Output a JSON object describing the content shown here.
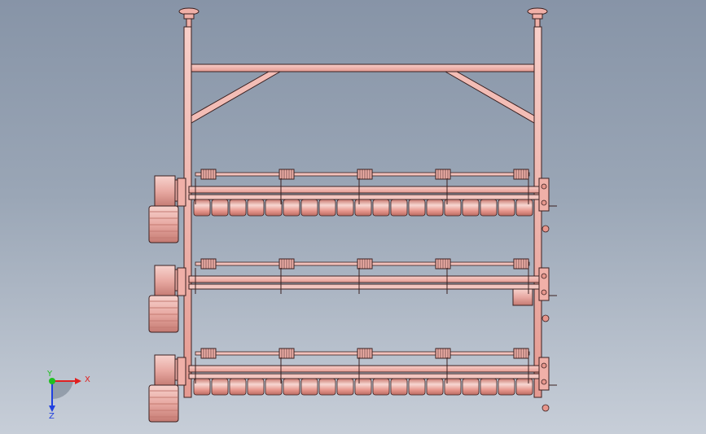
{
  "viewport": {
    "background_top": "#8794a7",
    "background_bottom": "#c7ced8"
  },
  "model": {
    "frame_color": "#f0b0a8",
    "frame_edge": "#3a2020",
    "roller_color": "#e7968c",
    "motor_color": "#e8a9a2",
    "tier_count": 3
  },
  "triad": {
    "x_label": "X",
    "y_label": "Y",
    "z_label": "Z",
    "x_color": "#e02020",
    "y_color": "#20c020",
    "z_color": "#2040e0"
  }
}
